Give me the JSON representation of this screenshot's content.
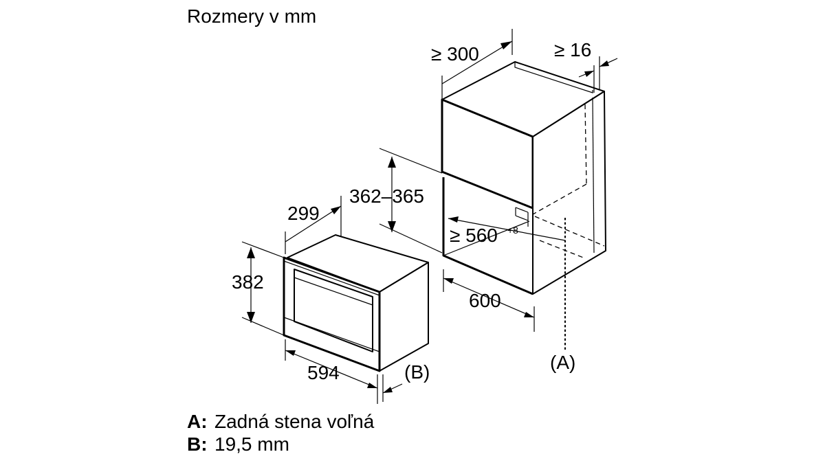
{
  "title": "Rozmery v mm",
  "dimensions": {
    "cabinet_depth": "≥ 300",
    "side_gap": "≥ 16",
    "niche_height": "362–365",
    "niche_width": "≥ 560",
    "niche_width_tolerance": "+8",
    "cabinet_width": "600",
    "appliance_depth": "299",
    "appliance_height": "382",
    "appliance_width": "594"
  },
  "callouts": {
    "a": "(A)",
    "b": "(B)"
  },
  "legend": [
    {
      "key": "A:",
      "text": "Zadná stena voľná"
    },
    {
      "key": "B:",
      "text": "19,5 mm"
    }
  ]
}
